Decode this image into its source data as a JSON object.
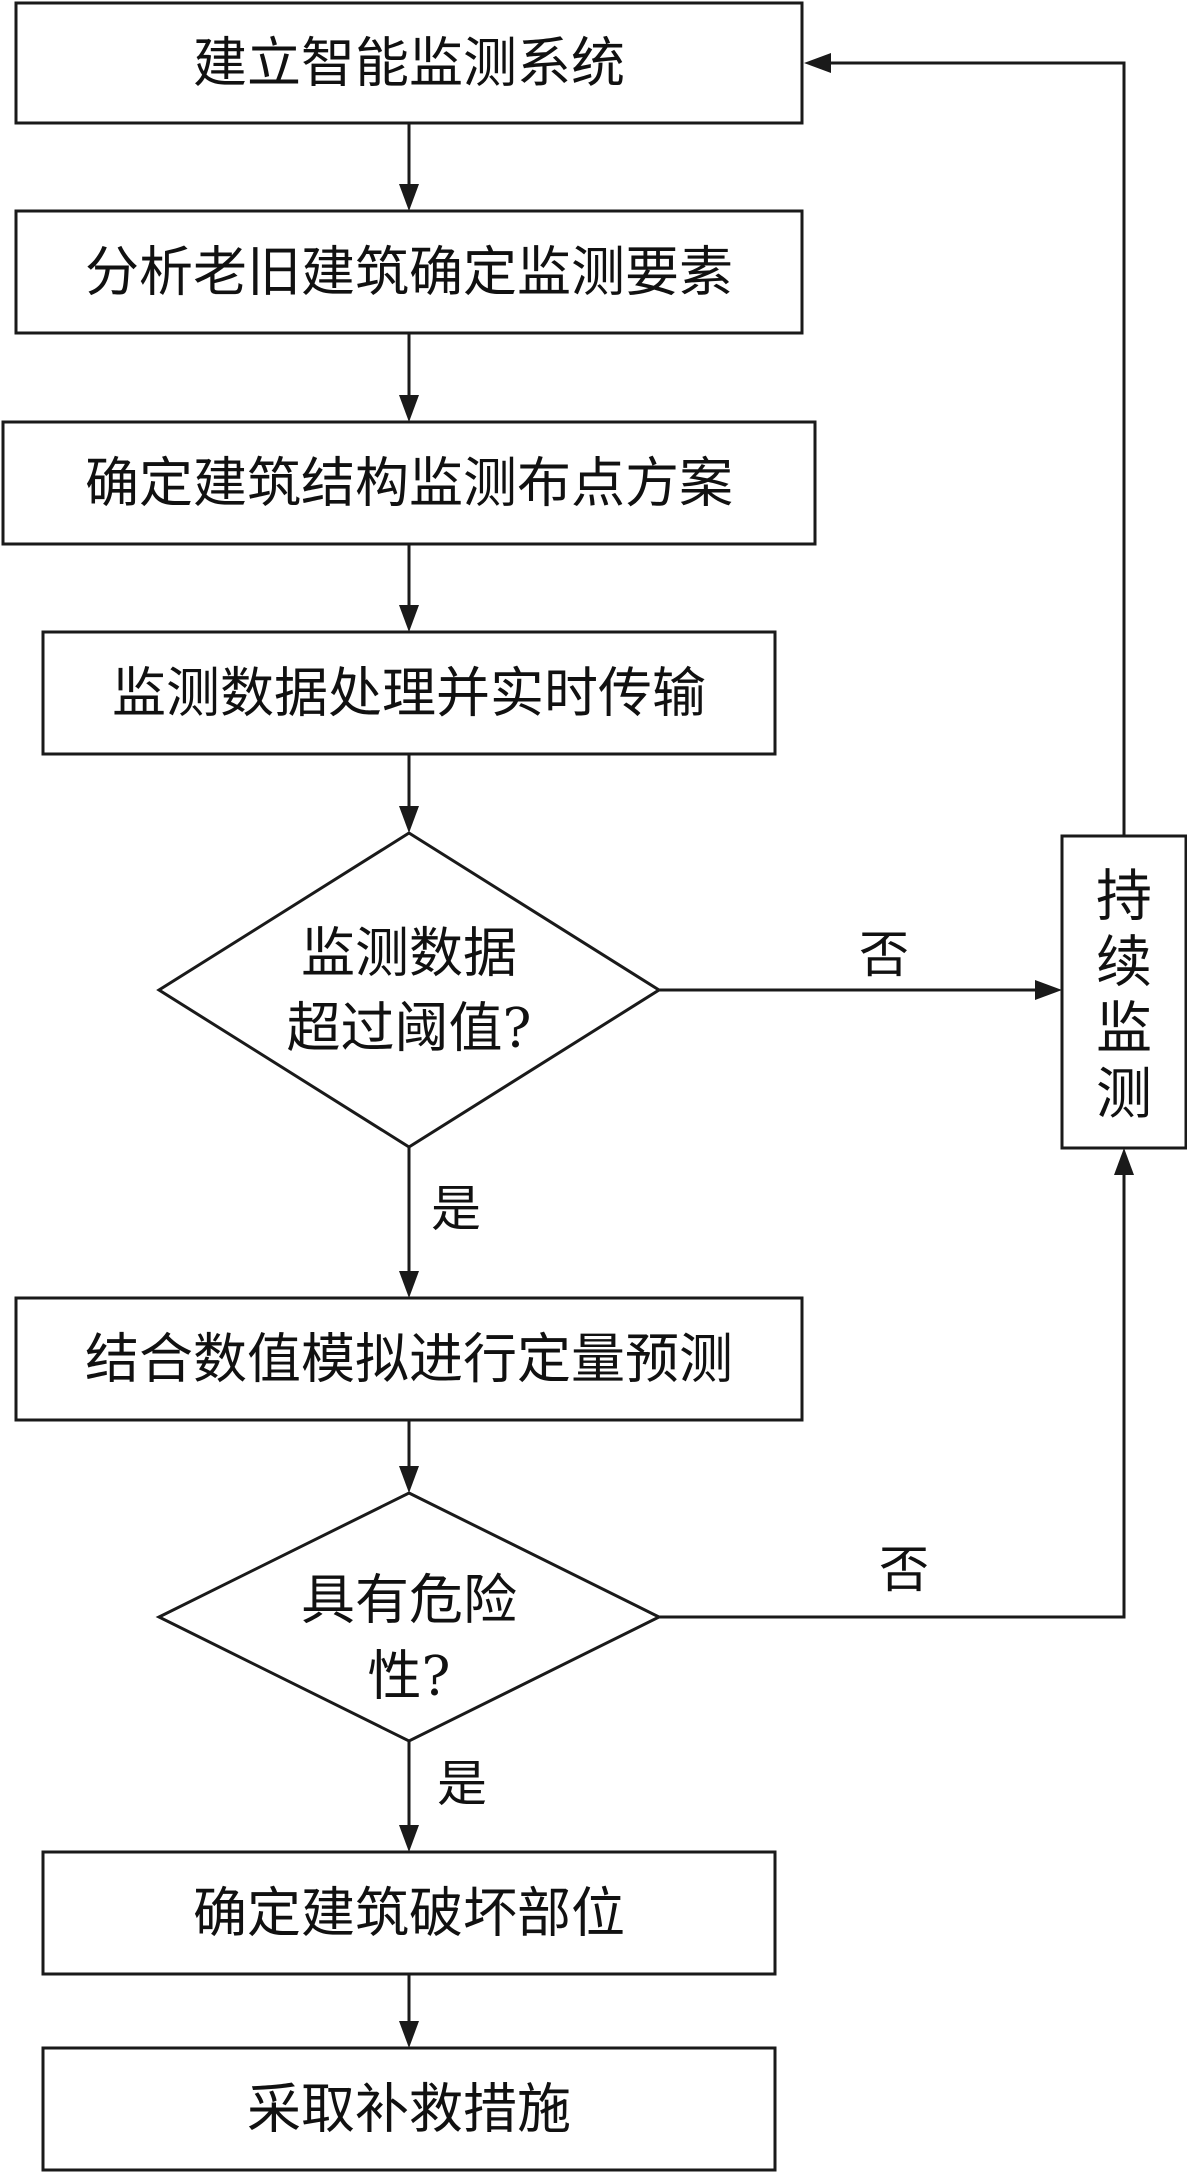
{
  "flowchart": {
    "steps": {
      "build_system": "建立智能监测系统",
      "analyze_building": "分析老旧建筑确定监测要素",
      "layout_plan": "确定建筑结构监测布点方案",
      "process_data": "监测数据处理并实时传输",
      "numeric_simulation": "结合数值模拟进行定量预测",
      "locate_damage": "确定建筑破坏部位",
      "remedial_measures": "采取补救措施"
    },
    "decisions": {
      "threshold": {
        "line1": "监测数据",
        "line2": "超过阈值?"
      },
      "danger": {
        "line1": "具有危险",
        "line2": "性?"
      }
    },
    "side_box": {
      "chars": [
        "持",
        "续",
        "监",
        "测"
      ]
    },
    "edge_labels": {
      "threshold_no": "否",
      "threshold_yes": "是",
      "danger_no": "否",
      "danger_yes": "是"
    }
  }
}
